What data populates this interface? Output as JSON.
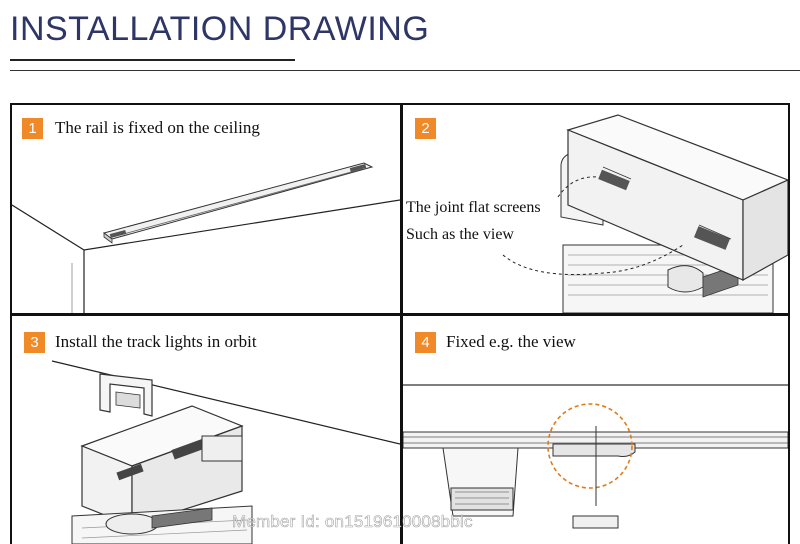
{
  "header": {
    "title": "INSTALLATION DRAWING"
  },
  "steps": [
    {
      "number": "1",
      "caption": "The rail is fixed on the ceiling"
    },
    {
      "number": "2",
      "caption": "",
      "notes": [
        "The joint flat screens",
        "Such as the view"
      ]
    },
    {
      "number": "3",
      "caption": "Install the track lights in orbit"
    },
    {
      "number": "4",
      "caption": "Fixed e.g. the view"
    }
  ],
  "watermark": "Member Id: on1519610008bblc",
  "colors": {
    "title": "#2e3567",
    "badge": "#f08a28",
    "detail_circle": "#e07a1a"
  }
}
